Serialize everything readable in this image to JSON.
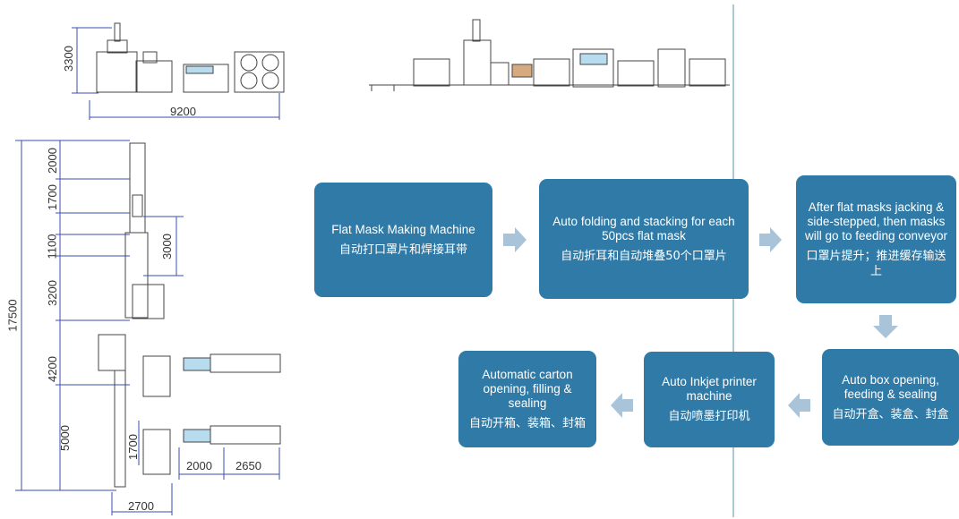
{
  "dimensions": {
    "top_height": "3300",
    "top_width": "9200",
    "total_length": "17500",
    "seg_2000": "2000",
    "seg_1700a": "1700",
    "seg_1100": "1100",
    "seg_3200": "3200",
    "seg_3000": "3000",
    "seg_4200": "4200",
    "seg_5000": "5000",
    "seg_1700b": "1700",
    "seg_2000b": "2000",
    "seg_2650": "2650",
    "seg_2700": "2700"
  },
  "steps": [
    {
      "en": "Flat Mask Making Machine",
      "cn": "自动打口罩片和焊接耳带"
    },
    {
      "en": "Auto folding and stacking for each 50pcs flat mask",
      "cn": "自动折耳和自动堆叠50个口罩片"
    },
    {
      "en": "After flat masks jacking & side-stepped, then masks will go to feeding conveyor",
      "cn": "口罩片提升；推进缓存输送上"
    },
    {
      "en": "Auto box opening, feeding & sealing",
      "cn": "自动开盒、装盒、封盒"
    },
    {
      "en": "Auto Inkjet printer machine",
      "cn": "自动喷墨打印机"
    },
    {
      "en": "Automatic carton opening, filling & sealing",
      "cn": "自动开箱、装箱、封箱"
    }
  ],
  "colors": {
    "box": "#2f7aa6",
    "arrow": "#a9c4d8",
    "divider": "#8fb6cc"
  }
}
